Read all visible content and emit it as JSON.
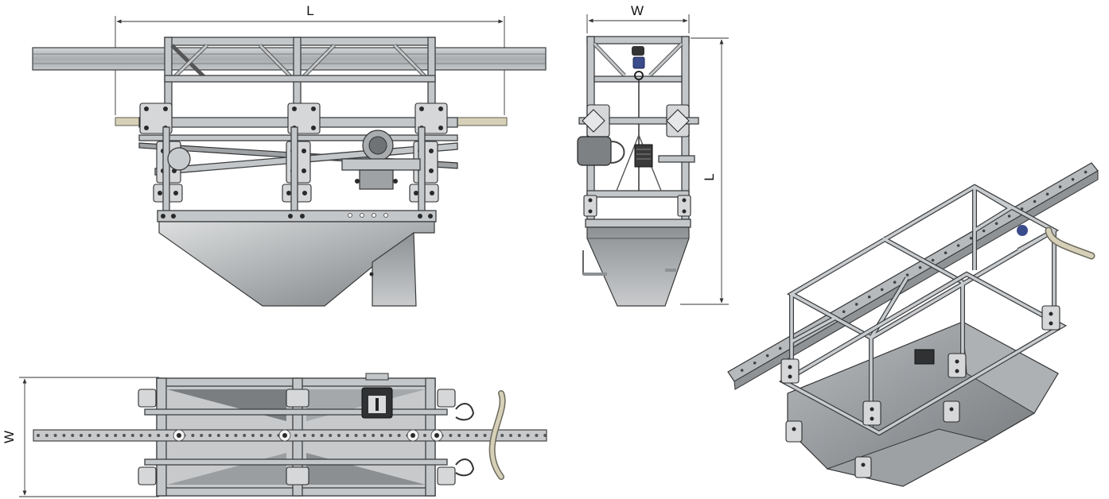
{
  "views": {
    "front": {
      "dimension_label": "L"
    },
    "side": {
      "dimension_label_width": "W",
      "dimension_label_length": "L"
    },
    "top": {
      "dimension_label": "W"
    },
    "isometric": {}
  },
  "colors": {
    "steel_light": "#c4c7c9",
    "steel_dark": "#8f9396",
    "hopper_light": "#cfd1d3",
    "hopper_dark": "#7c8083",
    "cable_tube": "#d6d0b8",
    "hook": "#3b4c8c"
  }
}
